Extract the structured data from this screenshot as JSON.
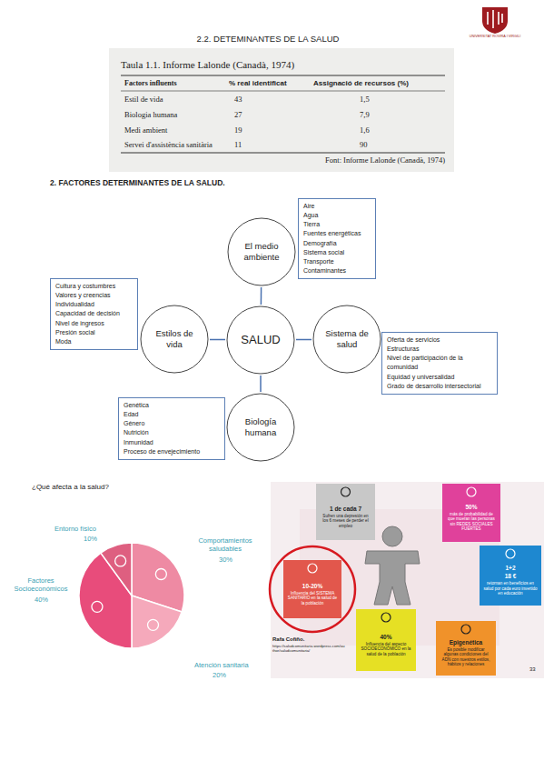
{
  "diagram": {
    "title": "2.2. DETEMINANTES DE LA SALUD",
    "nodes": [
      {
        "text": [
          "El medio ambiente"
        ]
      },
      {
        "text": [
          "Estilos de vida"
        ]
      },
      {
        "text": [
          "SALUD"
        ]
      },
      {
        "text": [
          "Sistema de salud"
        ]
      },
      {
        "text": [
          "Biología humana"
        ]
      },
      {
        "text": [
          "Aire",
          "Agua",
          "Tierra",
          "Fuentes energéticas",
          "Demografía",
          "Sistema social",
          "Transporte",
          "Contaminantes"
        ]
      },
      {
        "text": [
          "Cultura y costumbres",
          "Valores y creencias",
          "Individualidad",
          "Capacidad de decisión",
          "Nivel de ingresos",
          "Presión social",
          "Moda"
        ]
      },
      {
        "text": [
          "Oferta de servicios",
          "Estructuras",
          "Nivel de participación de la comunidad",
          "Equidad y universalidad",
          "Grado de desarrollo intersectorial"
        ]
      },
      {
        "text": [
          "Genética",
          "Edad",
          "Género",
          "Nutrición",
          "Inmunidad",
          "Proceso de envejecimiento"
        ]
      },
      {
        "text": [
          "1 de cada 7",
          "Sufren una depresión en los 6 meses de perder el empleo"
        ]
      },
      {
        "text": [
          "50%",
          "más de probabilidad de que mueran las personas sin REDES SOCIALES FUERTES"
        ]
      },
      {
        "text": [
          "10-20%",
          "Influencia del SISTEMA SANITARIO en la salud de la población"
        ]
      },
      {
        "text": [
          "1+2",
          "18 €",
          "retornan en beneficios en salud por cada euro invertido en educación"
        ]
      },
      {
        "text": [
          "40%",
          "Influencia del aspecto SOCIOECONÓMICO en la salud de la población"
        ]
      },
      {
        "text": [
          "Epigenética",
          "Es posible modificar algunas condiciones del ADN con nuestros estilos, hábitos y relaciones"
        ]
      }
    ],
    "edges": [
      {
        "from": 2,
        "to": 0,
        "arrow": "none"
      },
      {
        "from": 2,
        "to": 1,
        "arrow": "none"
      },
      {
        "from": 2,
        "to": 3,
        "arrow": "none"
      },
      {
        "from": 2,
        "to": 4,
        "arrow": "none"
      }
    ],
    "labels": [
      "Taula 1.1. Informe Lalonde (Canadà, 1974)",
      "Factors influents",
      "% real identificat",
      "Assignació de recursos (%)",
      "Estil de vida",
      "43",
      "1,5",
      "Biologia humana",
      "27",
      "7,9",
      "Medi ambient",
      "19",
      "1,6",
      "Servei d'assistència sanitària",
      "11",
      "90",
      "Font: Informe Lalonde (Canadà, 1974)",
      "2. FACTORES DETERMINANTES DE LA SALUD.",
      "¿Qué afecta a la salud?",
      "Entorno físico",
      "10%",
      "Comportamientos saludables",
      "30%",
      "Factores Socioeconómicos",
      "40%",
      "Atención sanitaria",
      "20%",
      "Rafa Cofiño.",
      "https://saludcomunitaria.wordpress.com/author/saludcomunitaria/",
      "33",
      "UNIVERSITAT ROVIRA I VIRGILI"
    ]
  }
}
